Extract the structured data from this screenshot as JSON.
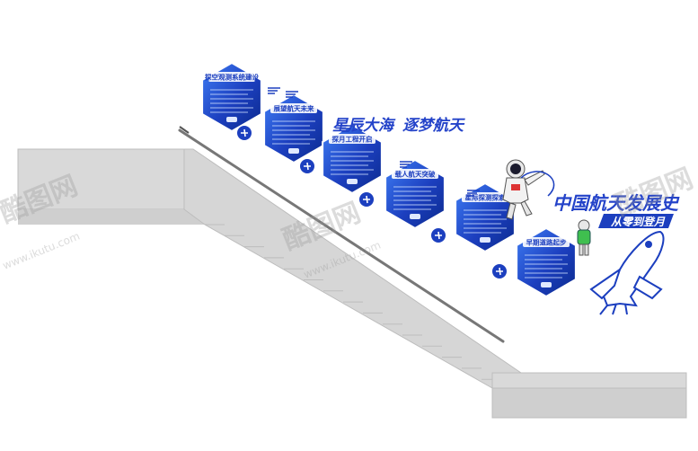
{
  "scene": {
    "background_color": "#ffffff",
    "wall_color": "#ffffff",
    "stair_color": "#d9d9d9",
    "stair_shadow_color": "#bdbdbd",
    "handrail_color": "#777777",
    "hex_colors": [
      "#1c3fbf",
      "#2a63e8",
      "#0b2a8c"
    ],
    "accent_color": "#2443c9"
  },
  "slogan": {
    "part1": "星辰大海",
    "part2": "逐梦航天"
  },
  "main_title": "中国航天发展史",
  "subtitle": "从零到登月",
  "panels": [
    {
      "title": "探空观测系统建设",
      "icon": "satellite-icon"
    },
    {
      "title": "展望航天未来",
      "icon": "satellite-icon"
    },
    {
      "title": "探月工程开启",
      "icon": "satellite-icon"
    },
    {
      "title": "载人航天突破",
      "icon": "space-station-icon"
    },
    {
      "title": "星际探测探索",
      "icon": "space-station-icon"
    },
    {
      "title": "早期道路起步",
      "icon": "satellite-icon"
    }
  ],
  "decor_icons": [
    "astronaut-icon",
    "astronaut-small-icon",
    "space-shuttle-icon",
    "airplane-icon"
  ],
  "watermark": {
    "brand": "酷图网",
    "url": "www.ikutu.com"
  }
}
